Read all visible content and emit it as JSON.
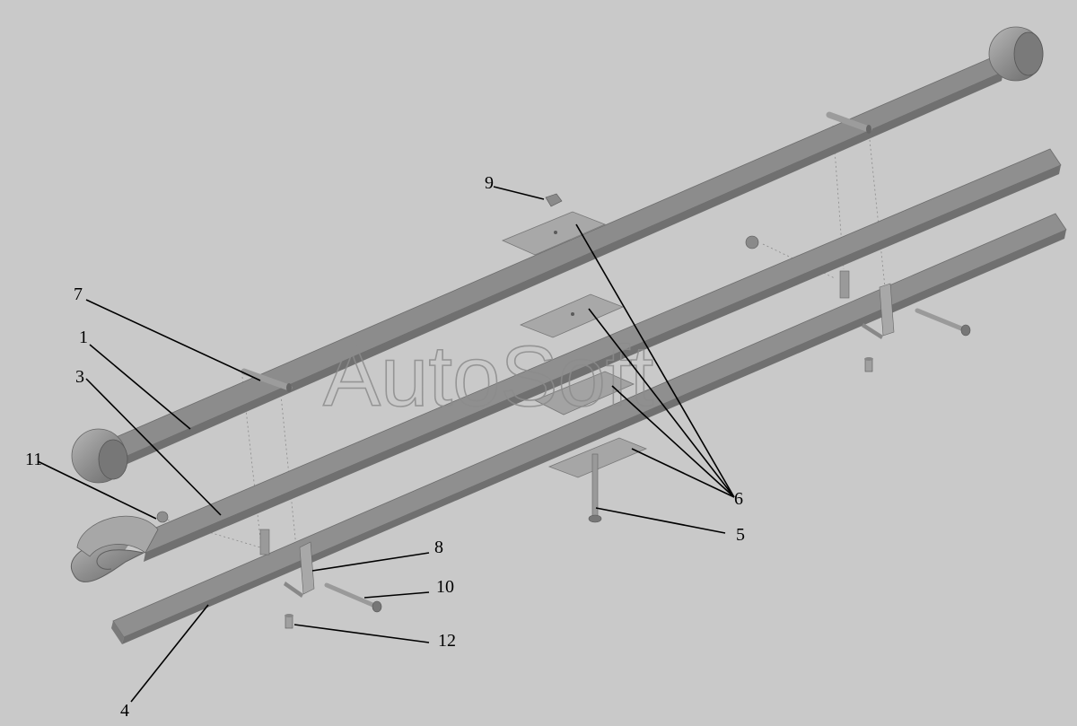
{
  "watermark": "AutoSoft",
  "callouts": [
    "1",
    "3",
    "4",
    "5",
    "6",
    "7",
    "8",
    "9",
    "10",
    "11",
    "12"
  ],
  "colors": {
    "background": "#c9c9c9",
    "leaf_top": "#8f8f8f",
    "leaf_side": "#6f6f6f",
    "pad": "#a6a6a6"
  }
}
